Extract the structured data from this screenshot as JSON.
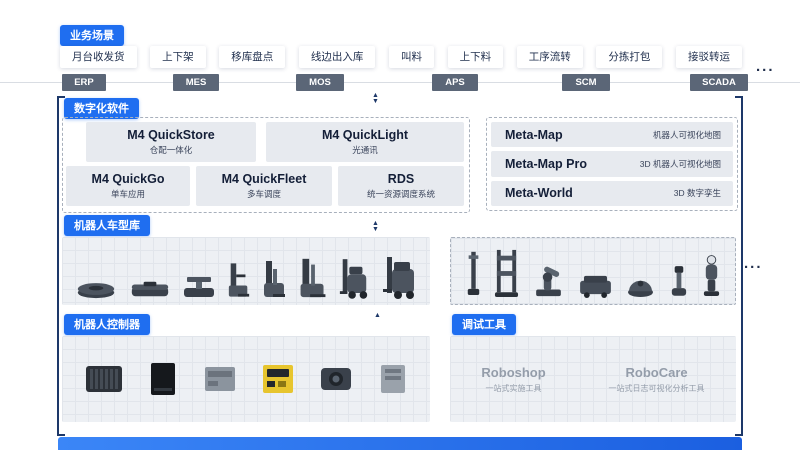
{
  "icons": {
    "arrow_up": "▲",
    "arrow_down": "▼"
  },
  "scenarios": {
    "badge": "业务场景",
    "tabs": [
      "月台收发货",
      "上下架",
      "移库盘点",
      "线边出入库",
      "叫料",
      "上下料",
      "工序流转",
      "分拣打包",
      "接驳转运"
    ]
  },
  "systems": {
    "items": [
      "ERP",
      "MES",
      "MOS",
      "APS",
      "SCM",
      "SCADA"
    ],
    "more": "..."
  },
  "software": {
    "badge": "数字化软件",
    "products": [
      {
        "name": "M4 QuickStore",
        "desc": "仓配一体化"
      },
      {
        "name": "M4 QuickLight",
        "desc": "光通讯"
      },
      {
        "name": "M4 QuickGo",
        "desc": "单车应用"
      },
      {
        "name": "M4 QuickFleet",
        "desc": "多车调度"
      },
      {
        "name": "RDS",
        "desc": "统一资源调度系统"
      }
    ],
    "meta": [
      {
        "name": "Meta-Map",
        "desc": "机器人可视化地图"
      },
      {
        "name": "Meta-Map Pro",
        "desc": "3D 机器人可视化地图"
      },
      {
        "name": "Meta-World",
        "desc": "3D 数字孪生"
      }
    ]
  },
  "robots": {
    "badge": "机器人车型库",
    "more": "..."
  },
  "controllers": {
    "badge": "机器人控制器"
  },
  "tools": {
    "badge": "调试工具",
    "items": [
      {
        "name": "Roboshop",
        "desc": "一站式实施工具"
      },
      {
        "name": "RoboCare",
        "desc": "一站式日志可视化分析工具"
      }
    ]
  },
  "colors": {
    "accent": "#1f6ef0",
    "frame": "#1d3869",
    "system_box": "#5b6677",
    "panel": "#edf0f4",
    "box": "#e7eaef"
  }
}
